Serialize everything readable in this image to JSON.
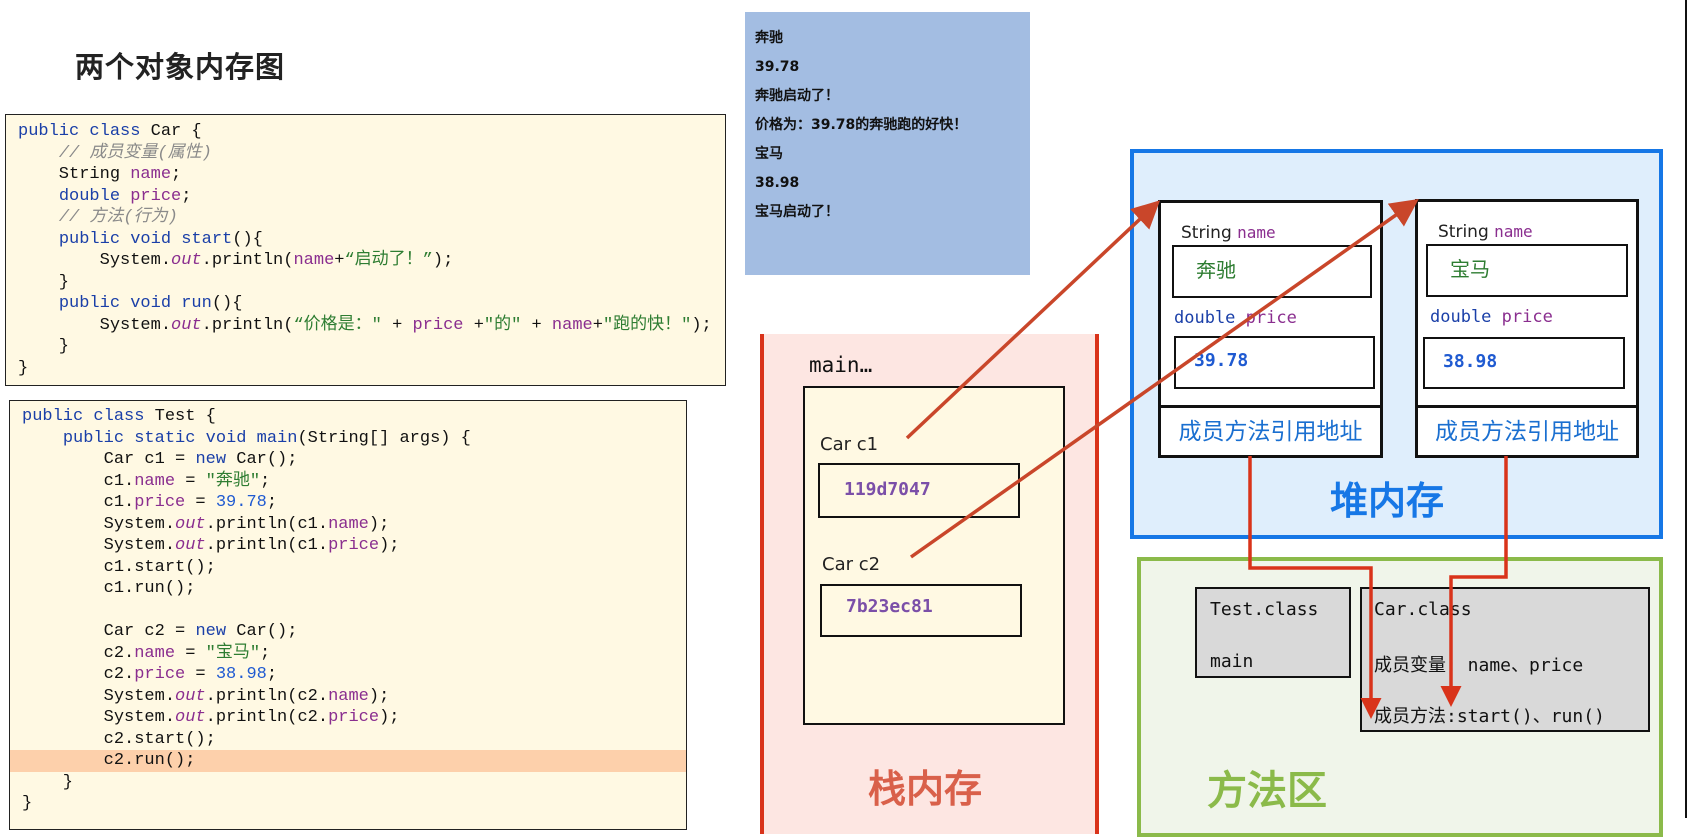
{
  "title": "两个对象内存图",
  "car_code": {
    "lines": [
      [
        {
          "t": "public class ",
          "c": "kw"
        },
        {
          "t": "Car {",
          "c": ""
        }
      ],
      [
        {
          "t": "    ",
          "c": ""
        },
        {
          "t": "// 成员变量(属性)",
          "c": "cmt"
        }
      ],
      [
        {
          "t": "    String ",
          "c": ""
        },
        {
          "t": "name",
          "c": "fld"
        },
        {
          "t": ";",
          "c": ""
        }
      ],
      [
        {
          "t": "    ",
          "c": ""
        },
        {
          "t": "double ",
          "c": "kw"
        },
        {
          "t": "price",
          "c": "fld"
        },
        {
          "t": ";",
          "c": ""
        }
      ],
      [
        {
          "t": "    ",
          "c": ""
        },
        {
          "t": "// 方法(行为)",
          "c": "cmt"
        }
      ],
      [
        {
          "t": "    ",
          "c": ""
        },
        {
          "t": "public void start",
          "c": "kw"
        },
        {
          "t": "(){",
          "c": ""
        }
      ],
      [
        {
          "t": "        System.",
          "c": ""
        },
        {
          "t": "out",
          "c": "it"
        },
        {
          "t": ".println(",
          "c": ""
        },
        {
          "t": "name",
          "c": "fld"
        },
        {
          "t": "+",
          "c": ""
        },
        {
          "t": "“启动了！”",
          "c": "str"
        },
        {
          "t": ");",
          "c": ""
        }
      ],
      [
        {
          "t": "    }",
          "c": ""
        }
      ],
      [
        {
          "t": "    ",
          "c": ""
        },
        {
          "t": "public void run",
          "c": "kw"
        },
        {
          "t": "(){",
          "c": ""
        }
      ],
      [
        {
          "t": "        System.",
          "c": ""
        },
        {
          "t": "out",
          "c": "it"
        },
        {
          "t": ".println(",
          "c": ""
        },
        {
          "t": "“价格是：\"",
          "c": "str"
        },
        {
          "t": " + ",
          "c": ""
        },
        {
          "t": "price",
          "c": "fld"
        },
        {
          "t": " +",
          "c": ""
        },
        {
          "t": "\"的\"",
          "c": "str"
        },
        {
          "t": " + ",
          "c": ""
        },
        {
          "t": "name",
          "c": "fld"
        },
        {
          "t": "+",
          "c": ""
        },
        {
          "t": "\"跑的快！\"",
          "c": "str"
        },
        {
          "t": ");",
          "c": ""
        }
      ],
      [
        {
          "t": "    }",
          "c": ""
        }
      ],
      [
        {
          "t": "}",
          "c": ""
        }
      ]
    ]
  },
  "test_code": {
    "highlight_line": 16,
    "lines": [
      [
        {
          "t": "public class ",
          "c": "kw"
        },
        {
          "t": "Test {",
          "c": ""
        }
      ],
      [
        {
          "t": "    ",
          "c": ""
        },
        {
          "t": "public static void main",
          "c": "kw"
        },
        {
          "t": "(String[] args) {",
          "c": ""
        }
      ],
      [
        {
          "t": "        Car c1 = ",
          "c": ""
        },
        {
          "t": "new ",
          "c": "kw"
        },
        {
          "t": "Car();",
          "c": ""
        }
      ],
      [
        {
          "t": "        c1.",
          "c": ""
        },
        {
          "t": "name",
          "c": "fld"
        },
        {
          "t": " = ",
          "c": ""
        },
        {
          "t": "\"奔驰\"",
          "c": "str"
        },
        {
          "t": ";",
          "c": ""
        }
      ],
      [
        {
          "t": "        c1.",
          "c": ""
        },
        {
          "t": "price",
          "c": "fld"
        },
        {
          "t": " = ",
          "c": ""
        },
        {
          "t": "39.78",
          "c": "num"
        },
        {
          "t": ";",
          "c": ""
        }
      ],
      [
        {
          "t": "        System.",
          "c": ""
        },
        {
          "t": "out",
          "c": "it"
        },
        {
          "t": ".println(c1.",
          "c": ""
        },
        {
          "t": "name",
          "c": "fld"
        },
        {
          "t": ");",
          "c": ""
        }
      ],
      [
        {
          "t": "        System.",
          "c": ""
        },
        {
          "t": "out",
          "c": "it"
        },
        {
          "t": ".println(c1.",
          "c": ""
        },
        {
          "t": "price",
          "c": "fld"
        },
        {
          "t": ");",
          "c": ""
        }
      ],
      [
        {
          "t": "        c1.start();",
          "c": ""
        }
      ],
      [
        {
          "t": "        c1.run();",
          "c": ""
        }
      ],
      [
        {
          "t": "",
          "c": ""
        }
      ],
      [
        {
          "t": "        Car c2 = ",
          "c": ""
        },
        {
          "t": "new ",
          "c": "kw"
        },
        {
          "t": "Car();",
          "c": ""
        }
      ],
      [
        {
          "t": "        c2.",
          "c": ""
        },
        {
          "t": "name",
          "c": "fld"
        },
        {
          "t": " = ",
          "c": ""
        },
        {
          "t": "\"宝马\"",
          "c": "str"
        },
        {
          "t": ";",
          "c": ""
        }
      ],
      [
        {
          "t": "        c2.",
          "c": ""
        },
        {
          "t": "price",
          "c": "fld"
        },
        {
          "t": " = ",
          "c": ""
        },
        {
          "t": "38.98",
          "c": "num"
        },
        {
          "t": ";",
          "c": ""
        }
      ],
      [
        {
          "t": "        System.",
          "c": ""
        },
        {
          "t": "out",
          "c": "it"
        },
        {
          "t": ".println(c2.",
          "c": ""
        },
        {
          "t": "name",
          "c": "fld"
        },
        {
          "t": ");",
          "c": ""
        }
      ],
      [
        {
          "t": "        System.",
          "c": ""
        },
        {
          "t": "out",
          "c": "it"
        },
        {
          "t": ".println(c2.",
          "c": ""
        },
        {
          "t": "price",
          "c": "fld"
        },
        {
          "t": ");",
          "c": ""
        }
      ],
      [
        {
          "t": "        c2.start();",
          "c": ""
        }
      ],
      [
        {
          "t": "        c2.run();",
          "c": ""
        }
      ],
      [
        {
          "t": "    }",
          "c": ""
        }
      ],
      [
        {
          "t": "}",
          "c": ""
        }
      ]
    ]
  },
  "output": {
    "lines": [
      "奔驰",
      "39.78",
      "奔驰启动了！",
      "价格为：39.78的奔驰跑的好快！",
      "宝马",
      "38.98",
      "宝马启动了！"
    ]
  },
  "stack": {
    "label": "栈内存",
    "frame_label": "main…",
    "vars": [
      {
        "label": "Car  c1",
        "value": "119d7047"
      },
      {
        "label": "Car  c2",
        "value": "7b23ec81"
      }
    ]
  },
  "heap": {
    "label": "堆内存",
    "objects": [
      {
        "name_type": "String ",
        "name_field": "name",
        "name_value": "奔驰",
        "price_type": "double ",
        "price_field": "price",
        "price_value": "39.78",
        "method_ref": "成员方法引用地址"
      },
      {
        "name_type": "String ",
        "name_field": "name",
        "name_value": "宝马",
        "price_type": "double ",
        "price_field": "price",
        "price_value": "38.98",
        "method_ref": "成员方法引用地址"
      }
    ]
  },
  "method_area": {
    "label": "方法区",
    "test_class": {
      "name": "Test.class",
      "method": "main"
    },
    "car_class": {
      "name": "Car.class",
      "fields": "成员变量: name、price",
      "methods": "成员方法:start()、run()"
    }
  },
  "colors": {
    "arrow": "#c9462a",
    "stack_border": "#d9331a",
    "heap_border": "#1677e6",
    "method_border": "#8bba4a",
    "output_bg": "#a3bde2",
    "highlight": "#fdd0ab"
  }
}
